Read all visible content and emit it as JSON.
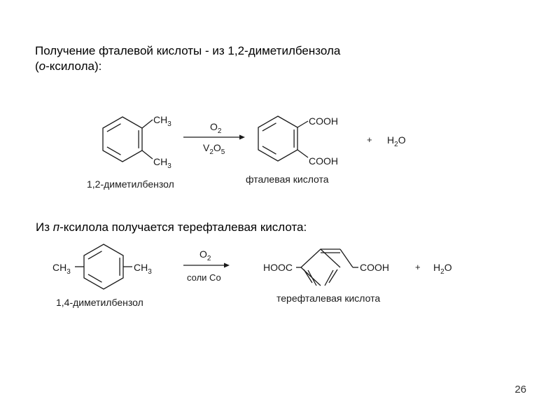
{
  "title_line1": "Получение фталевой кислоты - из 1,2-диметилбензола",
  "title_line2_open": "(",
  "title_line2_prefix": "о",
  "title_line2_rest": "-ксилола):",
  "reaction1": {
    "reactant_sub1": "CH",
    "reactant_sub1_index": "3",
    "reactant_sub2": "CH",
    "reactant_sub2_index": "3",
    "reagent_top": "O",
    "reagent_top_index": "2",
    "reagent_bottom_a": "V",
    "reagent_bottom_a_index": "2",
    "reagent_bottom_b": "O",
    "reagent_bottom_b_index": "5",
    "product_sub1": "COOH",
    "product_sub2": "COOH",
    "plus": "+",
    "water_h": "H",
    "water_index": "2",
    "water_o": "O",
    "reactant_name": "1,2-диметилбензол",
    "product_name": "фталевая кислота"
  },
  "subtitle_prefix": "Из ",
  "subtitle_italic": "п",
  "subtitle_rest": "-ксилола получается терефталевая кислота:",
  "reaction2": {
    "reactant_left": "CH",
    "reactant_left_index": "3",
    "reactant_right": "CH",
    "reactant_right_index": "3",
    "reagent_top": "O",
    "reagent_top_index": "2",
    "reagent_bottom": "соли Co",
    "product_left": "HOOC",
    "product_right": "COOH",
    "plus": "+",
    "water_h": "H",
    "water_index": "2",
    "water_o": "O",
    "reactant_name": "1,4-диметилбензол",
    "product_name": "терефталевая кислота"
  },
  "page_number": "26"
}
